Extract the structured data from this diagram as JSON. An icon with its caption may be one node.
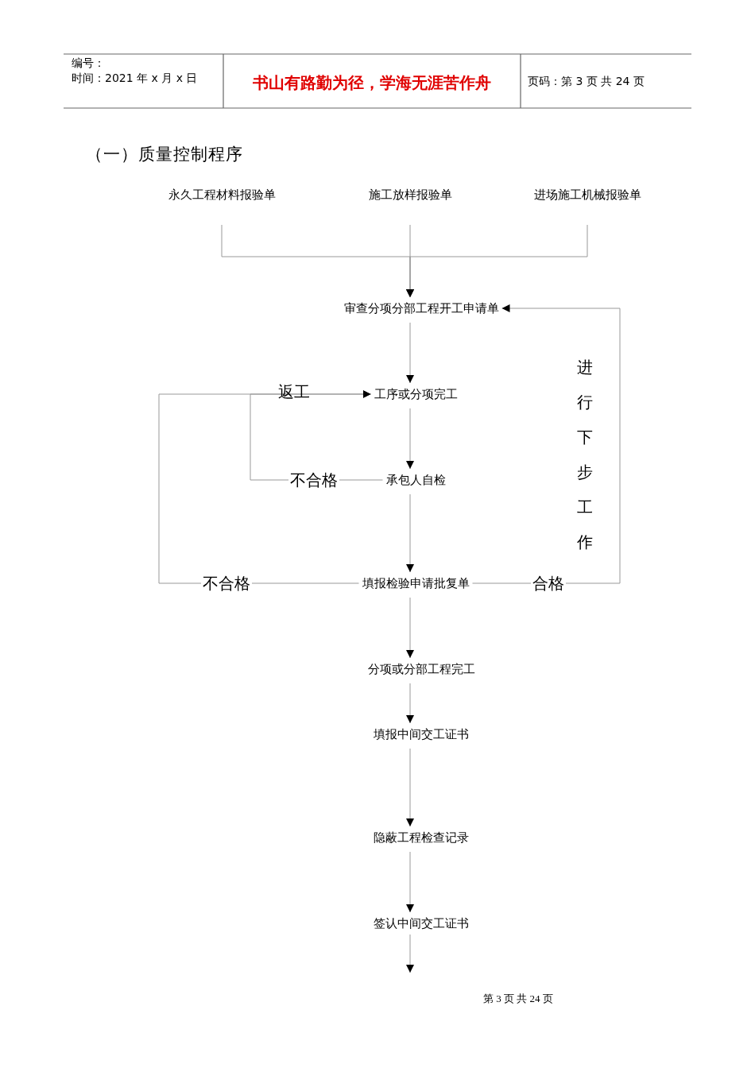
{
  "diagram": {
    "title": "（一）质量控制程序",
    "nodes": [
      {
        "text": [
          "永久工程材料报验单"
        ]
      },
      {
        "text": [
          "施工放样报验单"
        ]
      },
      {
        "text": [
          "进场施工机械报验单"
        ]
      },
      {
        "text": [
          "审查分项分部工程开工申请单"
        ]
      },
      {
        "text": [
          "工序或分项完工"
        ]
      },
      {
        "text": [
          "承包人自检"
        ]
      },
      {
        "text": [
          "填报检验申请批复单"
        ]
      },
      {
        "text": [
          "分项或分部工程完工"
        ]
      },
      {
        "text": [
          "填报中间交工证书"
        ]
      },
      {
        "text": [
          "隐蔽工程检查记录"
        ]
      },
      {
        "text": [
          "签认中间交工证书"
        ]
      }
    ],
    "edges": [
      {
        "from": 0,
        "to": 3,
        "arrow": "to"
      },
      {
        "from": 1,
        "to": 3,
        "arrow": "to"
      },
      {
        "from": 2,
        "to": 3,
        "arrow": "to"
      },
      {
        "from": 3,
        "to": 4,
        "arrow": "to"
      },
      {
        "from": 4,
        "to": 5,
        "arrow": "to"
      },
      {
        "from": 5,
        "to": 6,
        "arrow": "to"
      },
      {
        "from": 5,
        "to": 4,
        "arrow": "to",
        "label": "不合格"
      },
      {
        "from": 6,
        "to": 4,
        "arrow": "to",
        "label": "不合格"
      },
      {
        "from": 6,
        "to": 3,
        "arrow": "to",
        "label": "合格"
      },
      {
        "from": 6,
        "to": 7,
        "arrow": "to"
      },
      {
        "from": 7,
        "to": 8,
        "arrow": "to"
      },
      {
        "from": 8,
        "to": 9,
        "arrow": "to"
      },
      {
        "from": 9,
        "to": 10,
        "arrow": "to"
      },
      {
        "from": 10,
        "to": null,
        "arrow": "to"
      }
    ],
    "labels": [
      "编号：",
      "时间：2021 年 x 月 x 日",
      "书山有路勤为径，学海无涯苦作舟",
      "页码：第 3 页  共 24 页",
      "返工",
      "进行下步工作",
      "第 3 页 共 24 页"
    ]
  }
}
